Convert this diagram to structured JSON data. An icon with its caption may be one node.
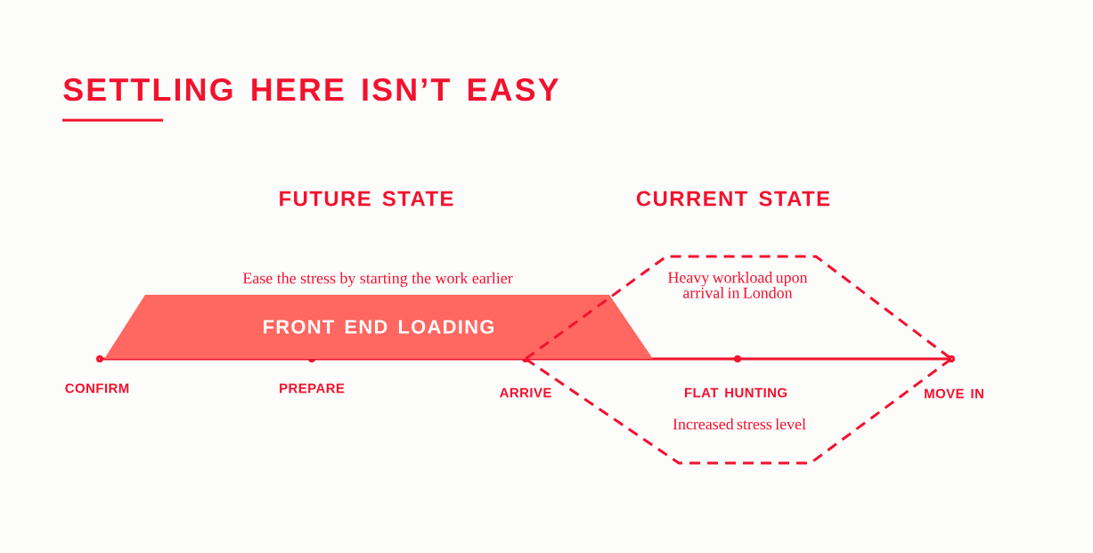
{
  "diagram": {
    "title": "SETTLING HERE ISN’T EASY",
    "nodes": [
      {
        "text": [
          "FRONT END LOADING"
        ],
        "beside": [
          "Ease the stress by starting the work earlier"
        ]
      },
      {
        "text": [
          "Heavy workload upon arrival in London"
        ]
      },
      {
        "text": [
          "Increased stress level"
        ]
      }
    ],
    "labels": [
      "FUTURE STATE",
      "CURRENT STATE",
      "CONFIRM",
      "PREPARE",
      "ARRIVE",
      "FLAT HUNTING",
      "MOVE IN"
    ]
  }
}
